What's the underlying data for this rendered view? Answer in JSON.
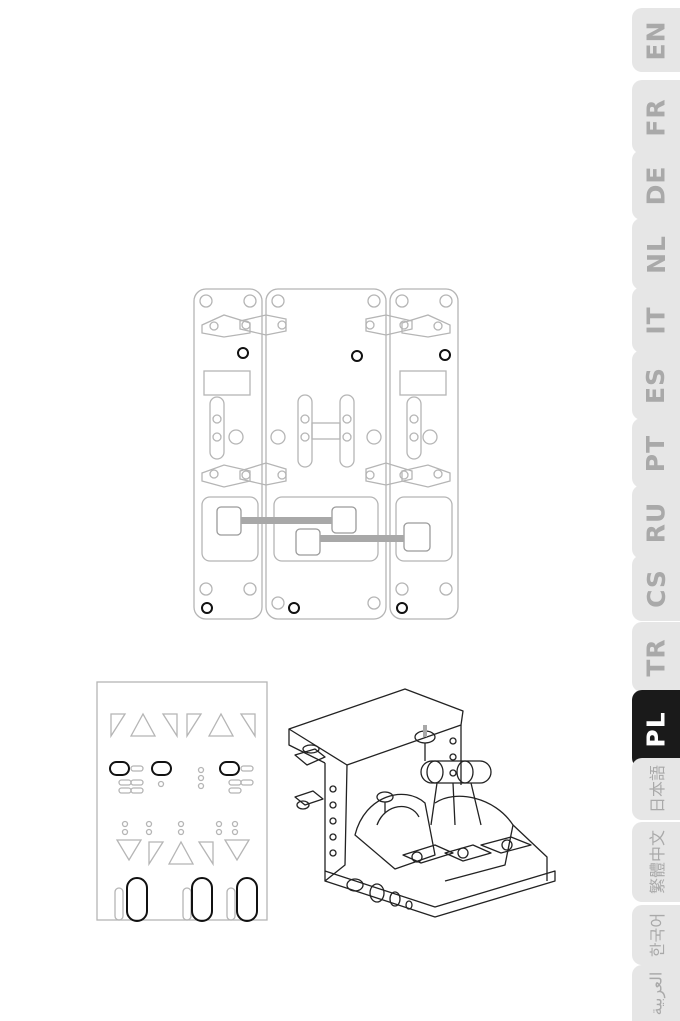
{
  "language_tabs": [
    {
      "code": "EN",
      "active": false
    },
    {
      "code": "FR",
      "active": false
    },
    {
      "code": "DE",
      "active": false
    },
    {
      "code": "NL",
      "active": false
    },
    {
      "code": "IT",
      "active": false
    },
    {
      "code": "ES",
      "active": false
    },
    {
      "code": "PT",
      "active": false
    },
    {
      "code": "RU",
      "active": false
    },
    {
      "code": "CS",
      "active": false
    },
    {
      "code": "TR",
      "active": false
    },
    {
      "code": "PL",
      "active": true
    },
    {
      "code": "日本語",
      "active": false
    },
    {
      "code": "繁體中文",
      "active": false
    },
    {
      "code": "한국어",
      "active": false
    },
    {
      "code": "العربية",
      "active": false
    }
  ],
  "colors": {
    "active_tab": "#1a1a1a",
    "inactive_tab": "#e6e6e6",
    "inactive_tab_text": "#a9a9a9",
    "line_art": "#b5b5b5",
    "highlight_marks": "#111111"
  },
  "figures": {
    "base_plate": "throttle-base-underside-diagram",
    "mounting_plate": "mounting-plate-diagram",
    "throttle_assembly": "throttle-quadrant-on-mount-drawing"
  }
}
